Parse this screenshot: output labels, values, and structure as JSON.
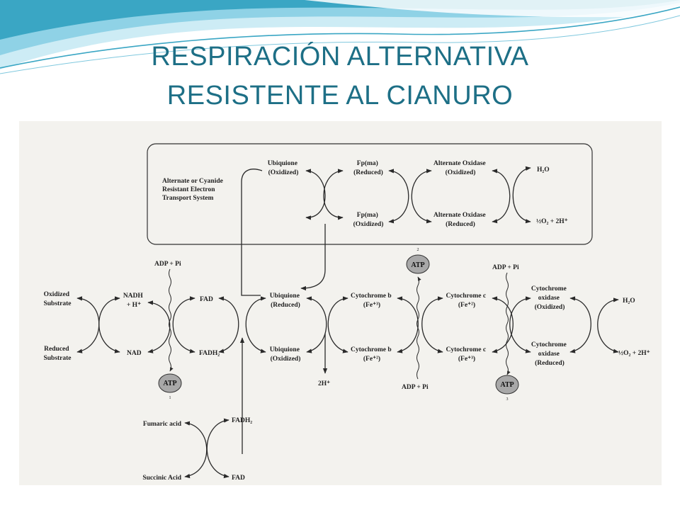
{
  "slide": {
    "title_line1": "RESPIRACIÓN ALTERNATIVA",
    "title_line2": "RESISTENTE AL CIANURO"
  },
  "colors": {
    "title": "#1d6f86",
    "wave_dark": "#3aa6c4",
    "wave_light": "#bfe6f2",
    "paper": "#f3f2ee",
    "atp_fill": "#a8a8a8"
  },
  "diagram": {
    "box_title": [
      "Alternate or Cyanide",
      "Resistant Electron",
      "Transport System"
    ],
    "alt": {
      "ubiquinone_oxidized": [
        "Ubiquione",
        "(Oxidized)"
      ],
      "fp_reduced": [
        "Fp(ma)",
        "(Reduced)"
      ],
      "fp_oxidized": [
        "Fp(ma)",
        "(Oxidized)"
      ],
      "ao_oxidized": [
        "Alternate Oxidase",
        "(Oxidized)"
      ],
      "ao_reduced": [
        "Alternate Oxidase",
        "(Reduced)"
      ],
      "h2o": "H₂O",
      "o2": "½O₂ + 2H⁺"
    },
    "main": {
      "oxidized_substrate": [
        "Oxidized",
        "Substrate"
      ],
      "reduced_substrate": [
        "Reduced",
        "Substrate"
      ],
      "nadh": [
        "NADH",
        "+ H⁺"
      ],
      "nad": "NAD",
      "fad": "FAD",
      "fadh2": "FADH₂",
      "ubiquinone_reduced": [
        "Ubiquione",
        "(Reduced)"
      ],
      "ubiquinone_oxidized": [
        "Ubiquione",
        "(Oxidized)"
      ],
      "cyt_b_top": [
        "Cytochrome b",
        "(Fe⁺³)"
      ],
      "cyt_b_bottom": [
        "Cytochrome b",
        "(Fe⁺²)"
      ],
      "cyt_c_top": [
        "Cytochrome c",
        "(Fe⁺²)"
      ],
      "cyt_c_bottom": [
        "Cytochrome c",
        "(Fe⁺³)"
      ],
      "cyt_ox_top": [
        "Cytochrome",
        "oxidase",
        "(Oxidized)"
      ],
      "cyt_ox_bottom": [
        "Cytochrome",
        "oxidase",
        "(Reduced)"
      ],
      "h2o": "H₂O",
      "o2": "½O₂ + 2H⁺"
    },
    "adp_pi": "ADP + Pi",
    "two_h": "2H⁺",
    "atp": "ATP",
    "atp_numbers": [
      "1",
      "2",
      "3"
    ],
    "succinate": {
      "fumaric": "Fumaric acid",
      "succinic": "Succinic Acid",
      "fadh2": "FADH₂",
      "fad": "FAD"
    }
  }
}
